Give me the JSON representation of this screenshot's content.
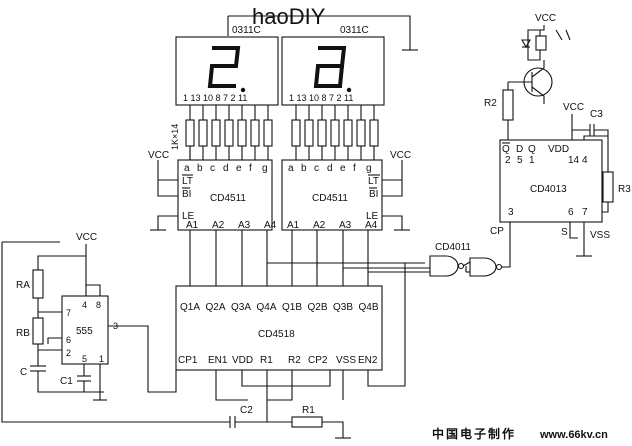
{
  "watermark": {
    "text": "haoDIY"
  },
  "display": {
    "left": {
      "part": "0311C",
      "pins": "1 13 10 8 7 2 11"
    },
    "right": {
      "part": "0311C",
      "pins": "1 13 10 8 7 2 11"
    },
    "resistor_array": "1K×14"
  },
  "decoder_left": {
    "name": "CD4511",
    "segments": [
      "a",
      "b",
      "c",
      "d",
      "e",
      "f",
      "g"
    ],
    "lt": "LT",
    "bi": "BI",
    "le": "LE",
    "inputs": [
      "A1",
      "A2",
      "A3",
      "A4"
    ],
    "vcc": "VCC"
  },
  "decoder_right": {
    "name": "CD4511",
    "segments": [
      "a",
      "b",
      "c",
      "d",
      "e",
      "f",
      "g"
    ],
    "lt": "LT",
    "bi": "BI",
    "le": "LE",
    "inputs": [
      "A1",
      "A2",
      "A3",
      "A4"
    ],
    "vcc": "VCC"
  },
  "counter": {
    "name": "CD4518",
    "outputs": [
      "Q1A",
      "Q2A",
      "Q3A",
      "Q4A",
      "Q1B",
      "Q2B",
      "Q3B",
      "Q4B"
    ],
    "bottom": [
      "CP1",
      "EN1",
      "VDD",
      "R1",
      "R2",
      "CP2",
      "VSS",
      "EN2"
    ]
  },
  "timer": {
    "name": "555",
    "pins": {
      "p4": "4",
      "p8": "8",
      "p7": "7",
      "p6": "6",
      "p2": "2",
      "p3": "3",
      "p5": "5",
      "p1": "1"
    },
    "vcc": "VCC",
    "ra": "RA",
    "rb": "RB",
    "c": "C",
    "c1": "C1"
  },
  "gate": {
    "name": "CD4011"
  },
  "flipflop": {
    "name": "CD4013",
    "qbar": "Q",
    "d": "D",
    "q": "Q",
    "vdd": "VDD",
    "pins_top": [
      "2",
      "5",
      "1",
      "14",
      "4"
    ],
    "p3": "3",
    "p6": "6",
    "p7": "7",
    "cp": "CP",
    "s": "S",
    "vss": "VSS",
    "vcc": "VCC",
    "c3": "C3",
    "r3": "R3"
  },
  "relay": {
    "vcc": "VCC",
    "r2": "R2"
  },
  "misc": {
    "c2": "C2",
    "r1": "R1"
  },
  "footer": {
    "cn": "中国电子制作",
    "url": "www.66kv.cn"
  }
}
